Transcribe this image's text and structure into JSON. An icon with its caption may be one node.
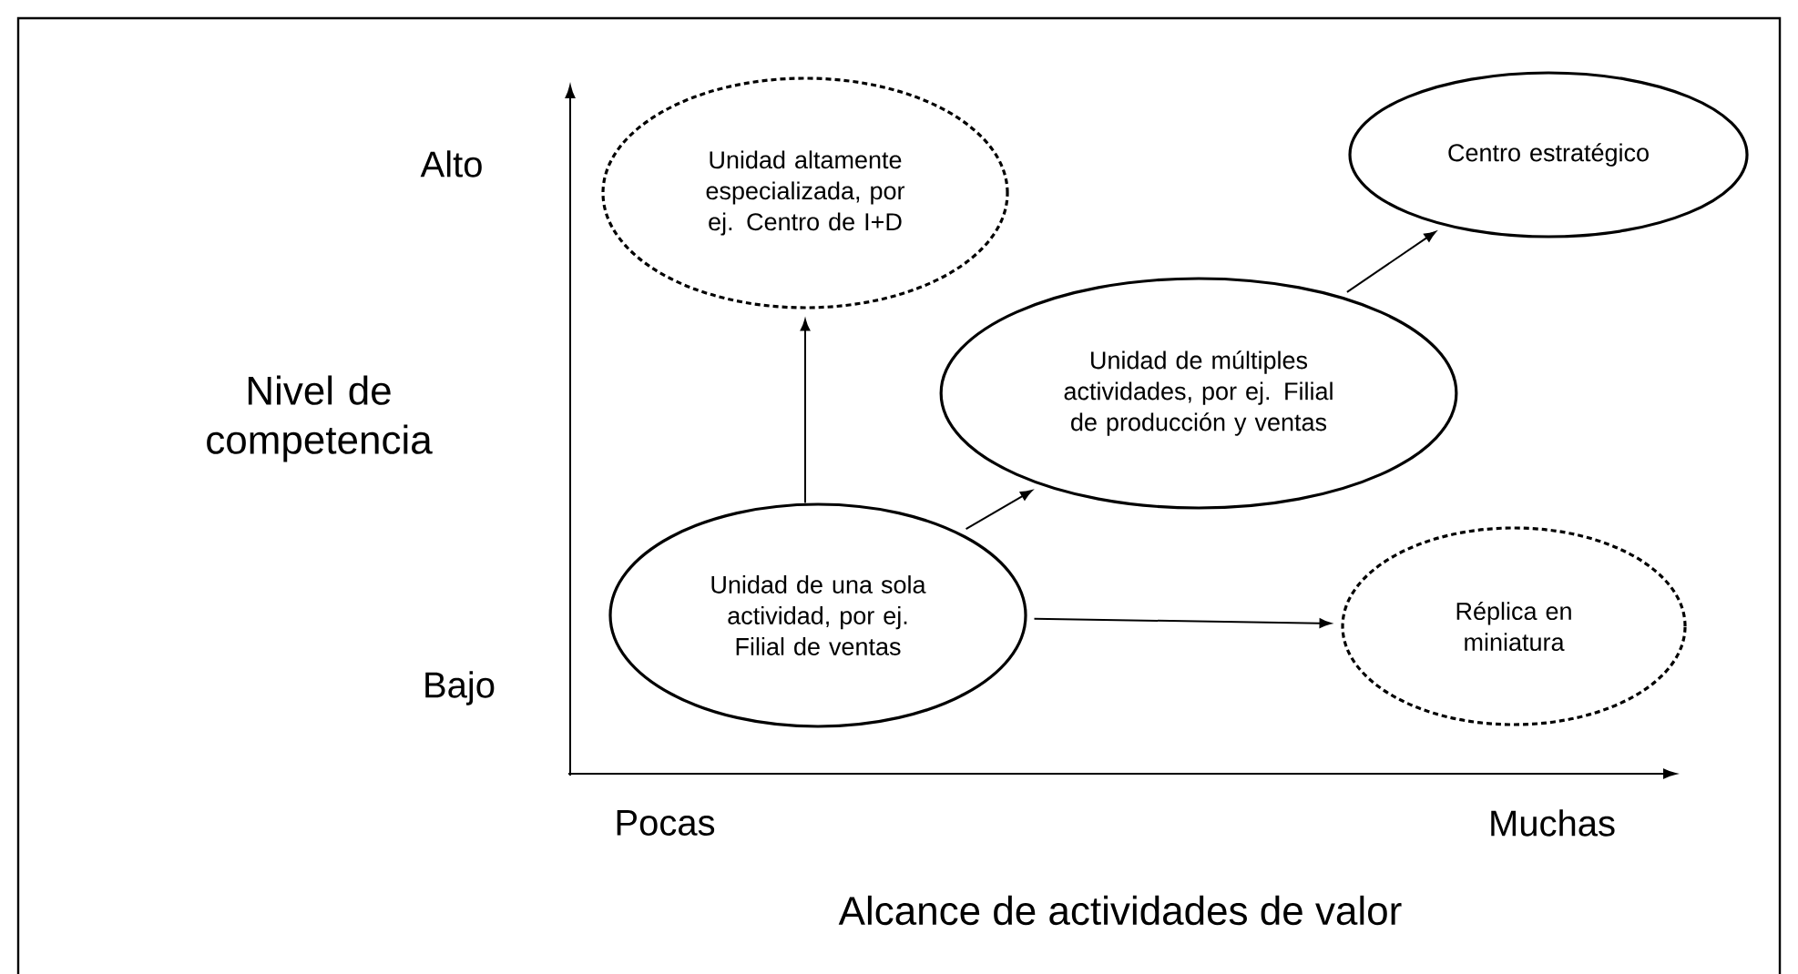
{
  "diagram": {
    "nodes": [
      {
        "text": [
          "Unidad altamente especializada, por ej. Centro de I+D"
        ]
      },
      {
        "text": [
          "Centro estratégico"
        ]
      },
      {
        "text": [
          "Unidad de múltiples actividades, por ej. Filial de producción y ventas"
        ]
      },
      {
        "text": [
          "Unidad de una sola actividad, por ej. Filial de ventas"
        ]
      },
      {
        "text": [
          "Réplica en miniatura"
        ]
      }
    ],
    "edges": [
      {
        "from": 3,
        "to": 0,
        "arrow": "to"
      },
      {
        "from": 3,
        "to": 2,
        "arrow": "to"
      },
      {
        "from": 2,
        "to": 1,
        "arrow": "to"
      },
      {
        "from": 3,
        "to": 4,
        "arrow": "to"
      }
    ],
    "labels": [
      "Alto",
      "Nivel de competencia",
      "Bajo",
      "Pocas",
      "Muchas",
      "Alcance de actividades de valor"
    ]
  }
}
